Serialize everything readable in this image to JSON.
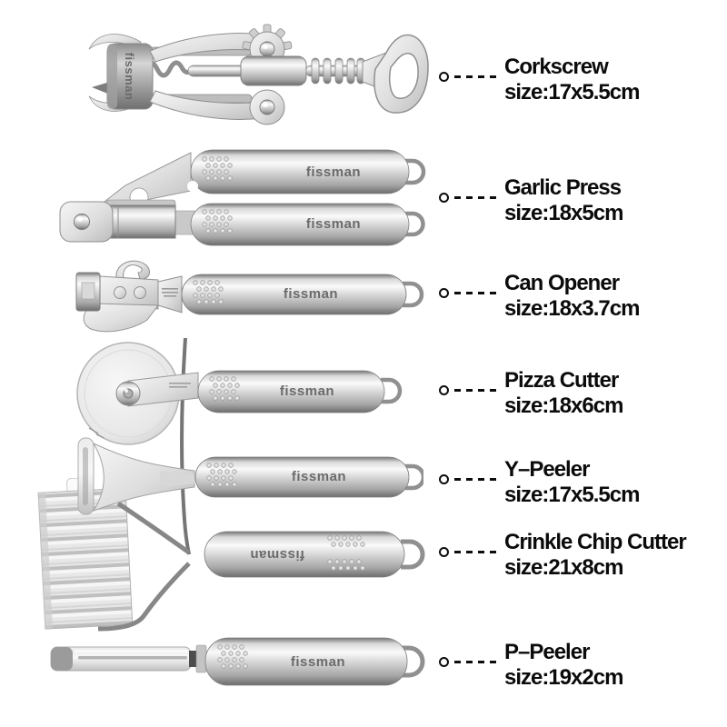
{
  "brand": {
    "logo_text": "fissman"
  },
  "products": [
    {
      "id": "corkscrew",
      "name": "Corkscrew",
      "size": "size:17x5.5cm"
    },
    {
      "id": "garlic-press",
      "name": "Garlic Press",
      "size": "size:18x5cm"
    },
    {
      "id": "can-opener",
      "name": "Can Opener",
      "size": "size:18x3.7cm"
    },
    {
      "id": "pizza-cutter",
      "name": "Pizza Cutter",
      "size": "size:18x6cm"
    },
    {
      "id": "y-peeler",
      "name": "Y–Peeler",
      "size": "size:17x5.5cm"
    },
    {
      "id": "crinkle-chip-cutter",
      "name": "Crinkle Chip Cutter",
      "size": "size:21x8cm"
    },
    {
      "id": "p-peeler",
      "name": "P–Peeler",
      "size": "size:19x2cm"
    }
  ],
  "style": {
    "background": "#ffffff",
    "label_text_color": "#0b0b0b",
    "leader_color": "#0d0d0d",
    "steel_light": "#f5f5f5",
    "steel_mid": "#cfcfcf",
    "steel_dark": "#7a7a7a"
  }
}
